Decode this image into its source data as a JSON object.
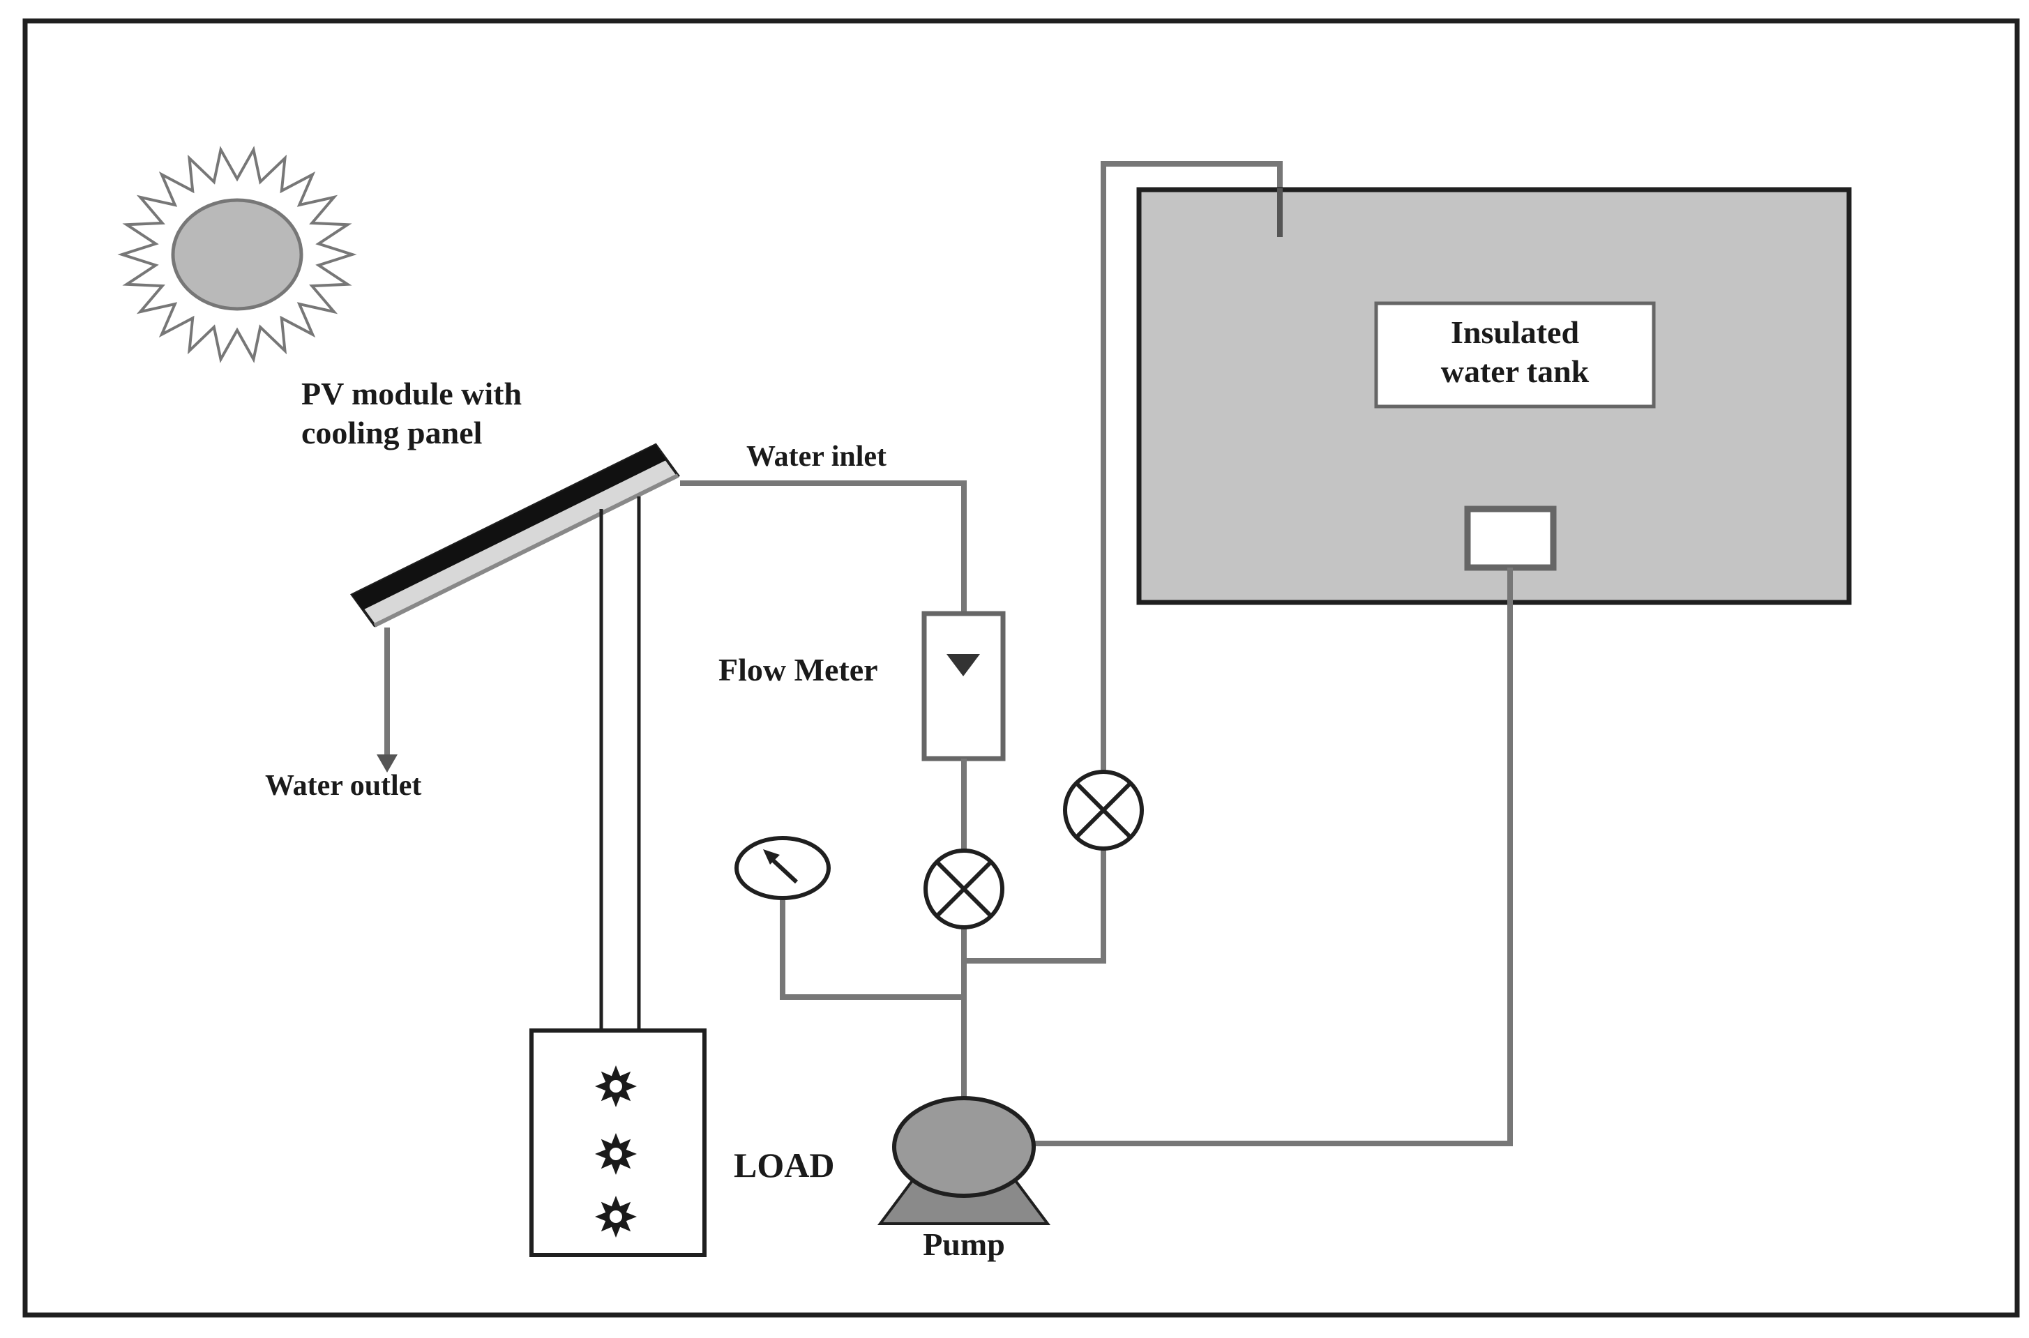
{
  "labels": {
    "pv_module_line1": "PV module with",
    "pv_module_line2": "cooling panel",
    "water_inlet": "Water inlet",
    "water_outlet": "Water outlet",
    "flow_meter": "Flow Meter",
    "tank_line1": "Insulated",
    "tank_line2": "water tank",
    "load": "LOAD",
    "pump": "Pump"
  },
  "colors": {
    "pipe": "#777777",
    "tank_fill": "#c4c4c4",
    "sun_fill": "#b9b9b9",
    "pump_fill": "#9a9a9a",
    "outline": "#1f1f1f"
  }
}
